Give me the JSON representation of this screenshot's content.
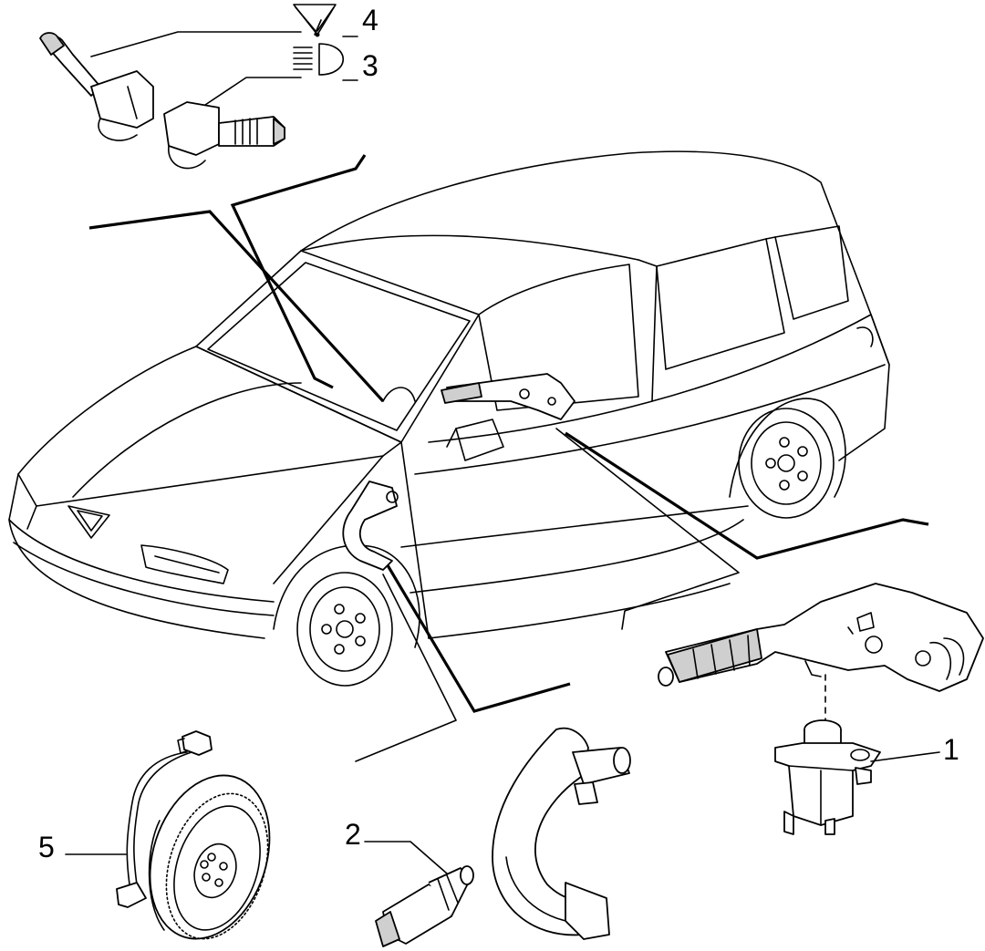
{
  "diagram": {
    "callouts": [
      {
        "id": "1",
        "text": "1"
      },
      {
        "id": "2",
        "text": "2"
      },
      {
        "id": "3",
        "text": "3"
      },
      {
        "id": "4",
        "text": "4"
      },
      {
        "id": "5",
        "text": "5"
      }
    ],
    "symbols": {
      "callout_4": "wiper-symbol-icon",
      "callout_3": "headlamp-symbol-icon"
    }
  }
}
